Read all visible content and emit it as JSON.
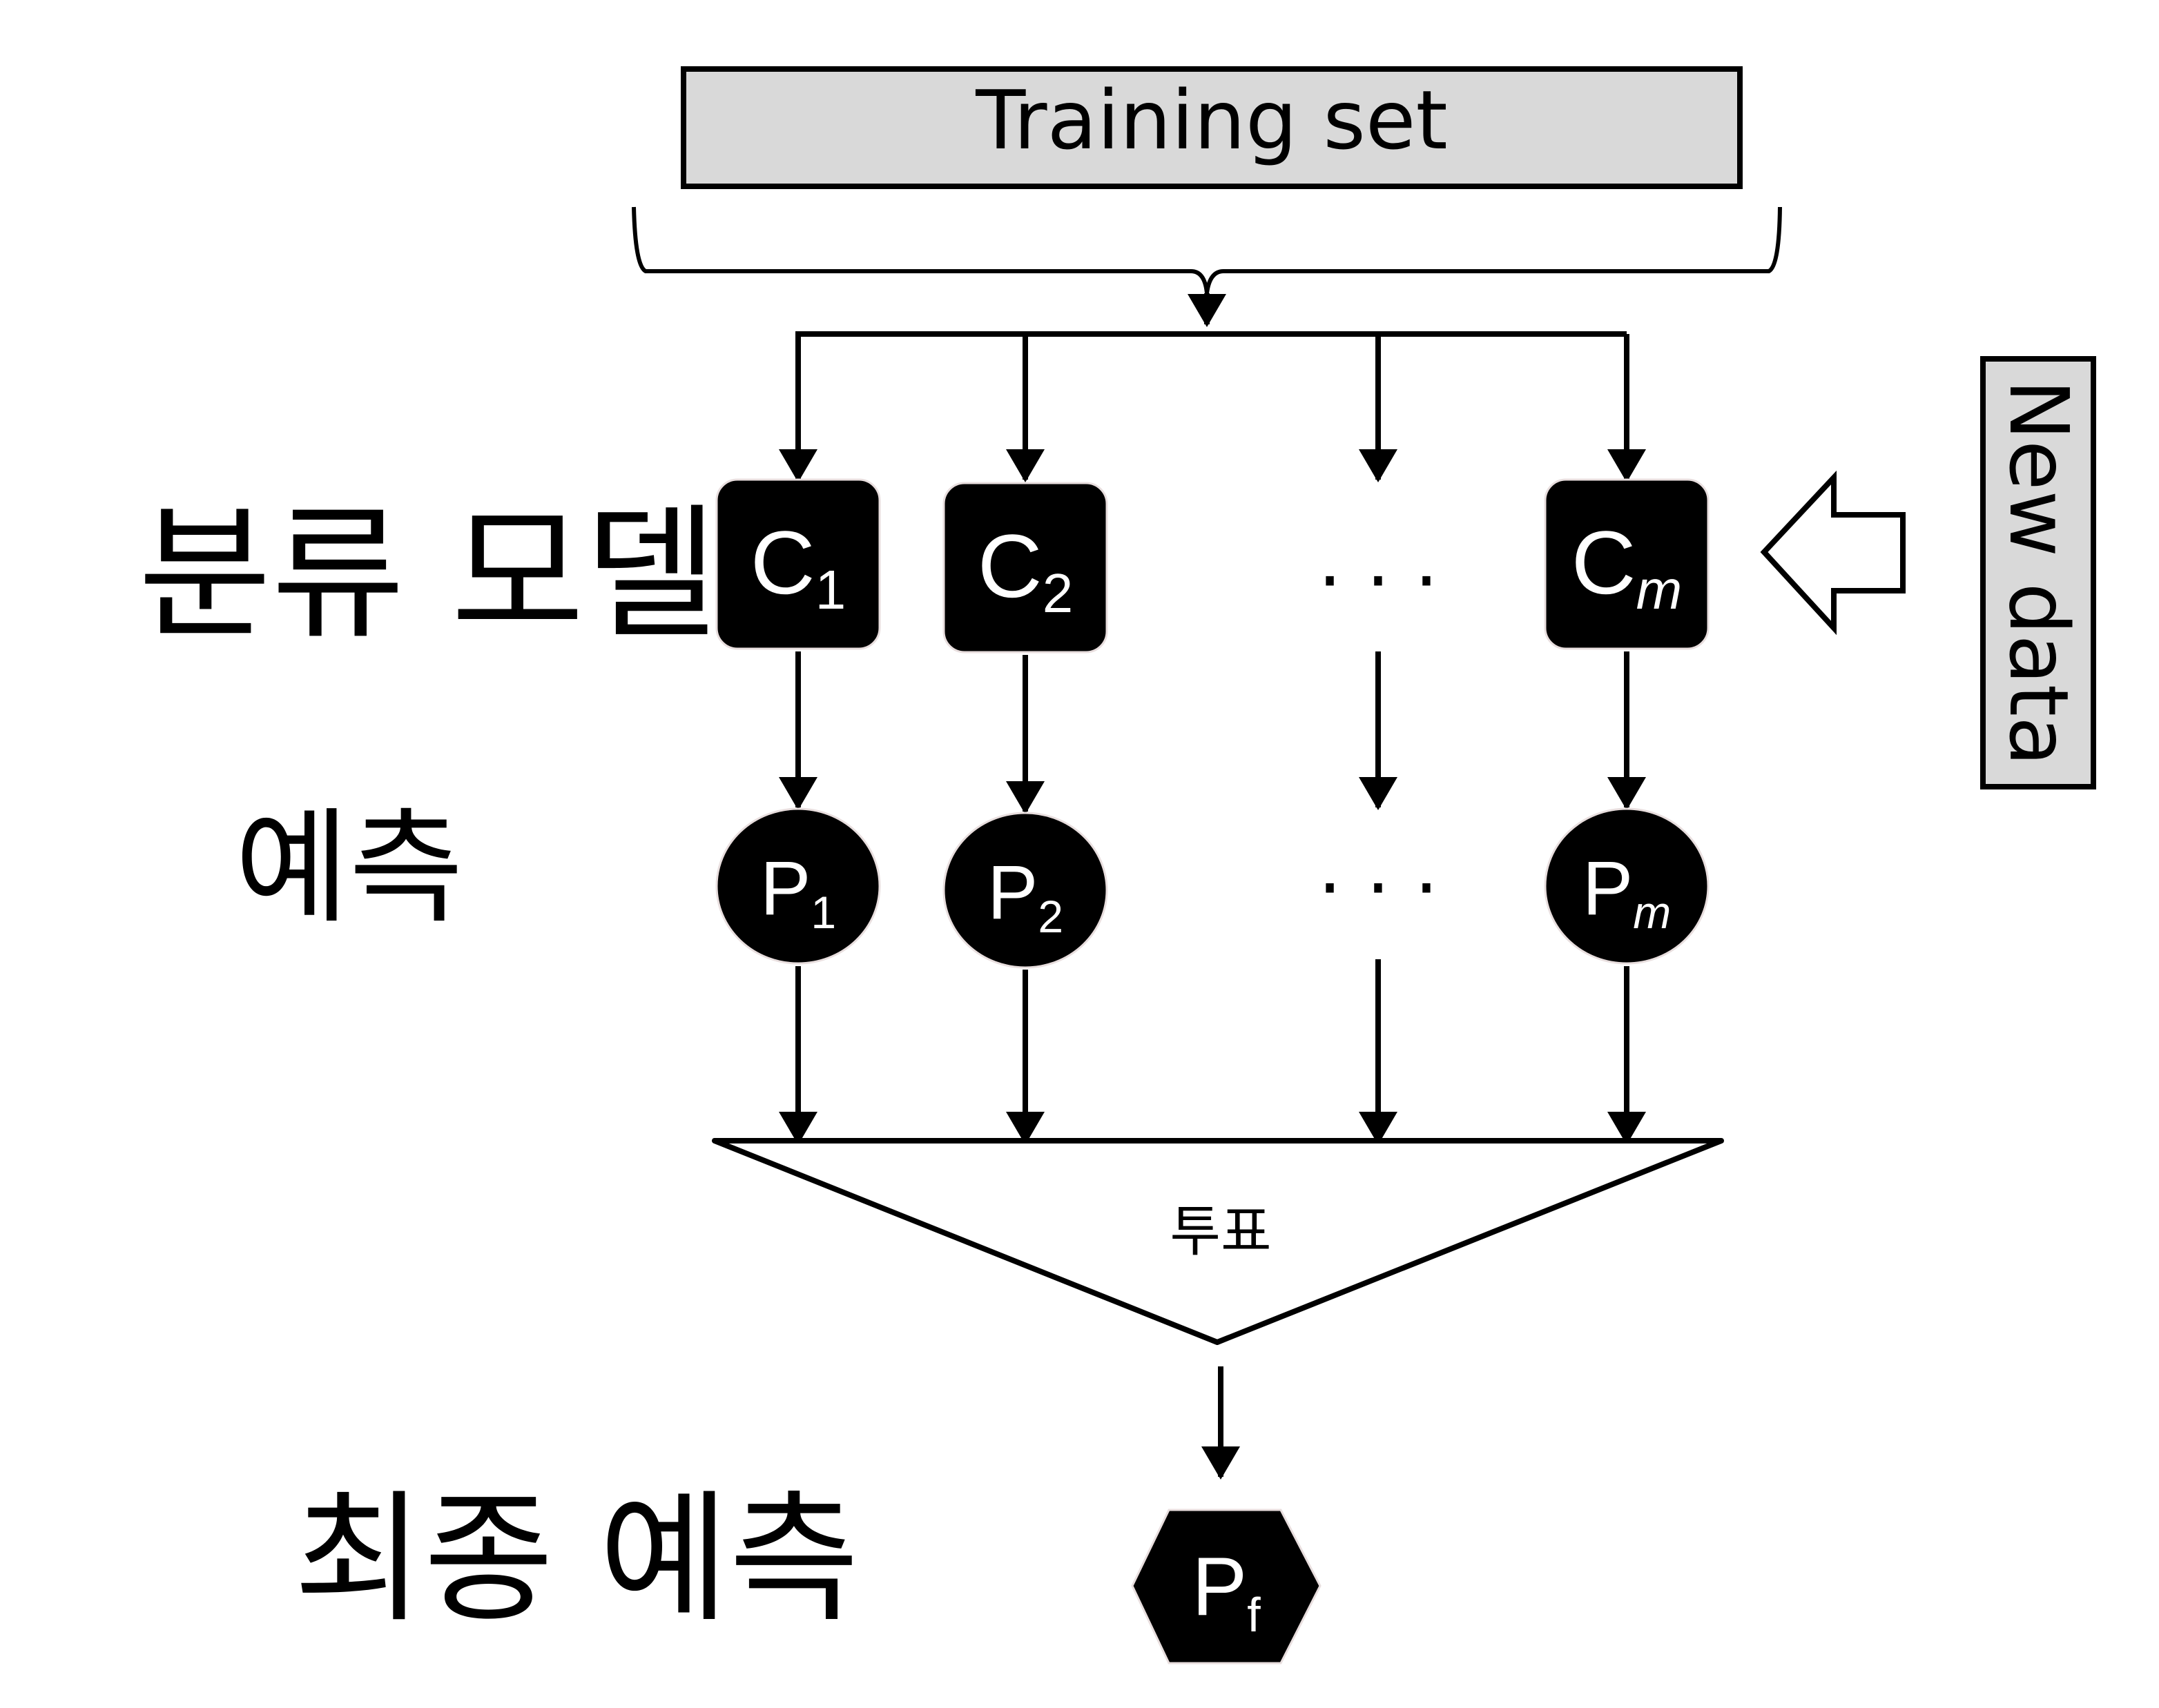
{
  "training_set": {
    "label": "Training set"
  },
  "new_data": {
    "label": "New data"
  },
  "row_labels": {
    "classifiers": "분류 모델",
    "predictions": "예측",
    "final_prediction": "최종 예측"
  },
  "classifiers": [
    {
      "letter": "C",
      "sub": "1",
      "italic": false
    },
    {
      "letter": "C",
      "sub": "2",
      "italic": false
    },
    {
      "letter": "C",
      "sub": "m",
      "italic": true
    }
  ],
  "predictions": [
    {
      "letter": "P",
      "sub": "1",
      "italic": false
    },
    {
      "letter": "P",
      "sub": "2",
      "italic": false
    },
    {
      "letter": "P",
      "sub": "m",
      "italic": true
    }
  ],
  "ellipsis": "· · ·",
  "vote": {
    "label": "투표"
  },
  "final": {
    "letter": "P",
    "sub": "f"
  },
  "colors": {
    "node_fill": "#000000",
    "node_text": "#ffffff",
    "box_fill": "#d9d9d9",
    "stroke": "#000000"
  }
}
